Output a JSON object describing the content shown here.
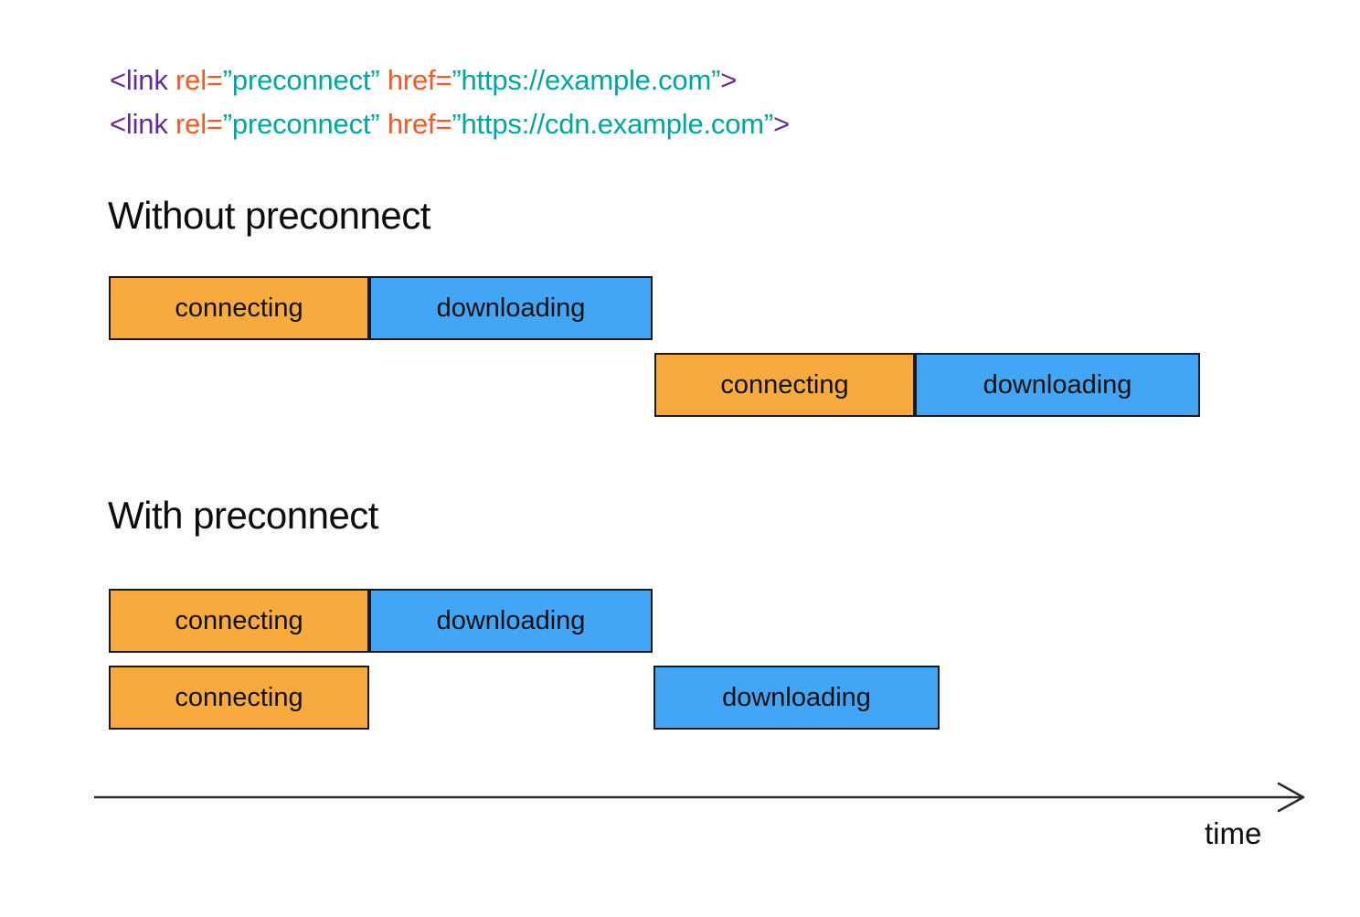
{
  "colors": {
    "code_purple": "#662D91",
    "code_orange": "#F1592A",
    "code_teal": "#00A79D",
    "bar_connecting": "#F8AB3C",
    "bar_downloading": "#42A5F5",
    "bar_border": "#1A1A1A",
    "axis": "#2B2B2B"
  },
  "code": {
    "lines": [
      {
        "tokens": [
          {
            "text": "<link",
            "color": "purple"
          },
          {
            "text": " rel=",
            "color": "orange"
          },
          {
            "text": "”preconnect”",
            "color": "teal"
          },
          {
            "text": " href=",
            "color": "orange"
          },
          {
            "text": "”https://example.com”",
            "color": "teal"
          },
          {
            "text": ">",
            "color": "purple"
          }
        ]
      },
      {
        "tokens": [
          {
            "text": "<link",
            "color": "purple"
          },
          {
            "text": " rel=",
            "color": "orange"
          },
          {
            "text": "”preconnect”",
            "color": "teal"
          },
          {
            "text": " href=",
            "color": "orange"
          },
          {
            "text": "”https://cdn.example.com”",
            "color": "teal"
          },
          {
            "text": ">",
            "color": "purple"
          }
        ]
      }
    ]
  },
  "sections": [
    {
      "title": "Without preconnect",
      "rows": [
        {
          "segments": [
            {
              "label": "connecting"
            },
            {
              "label": "downloading"
            }
          ]
        },
        {
          "segments": [
            {
              "label": "connecting"
            },
            {
              "label": "downloading"
            }
          ]
        }
      ]
    },
    {
      "title": "With preconnect",
      "rows": [
        {
          "segments": [
            {
              "label": "connecting"
            },
            {
              "label": "downloading"
            }
          ]
        },
        {
          "segments": [
            {
              "label": "connecting"
            },
            {
              "label": "downloading"
            }
          ]
        }
      ]
    }
  ],
  "axis": {
    "label": "time"
  }
}
